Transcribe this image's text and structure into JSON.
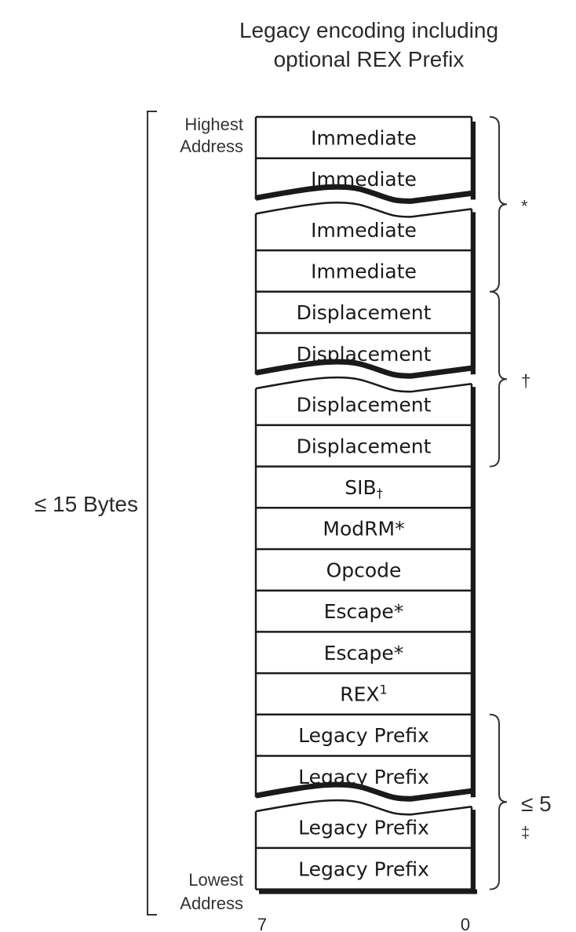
{
  "title": {
    "line1": "Legacy encoding including",
    "line2": "optional REX Prefix"
  },
  "labels": {
    "highest_line1": "Highest",
    "highest_line2": "Address",
    "lowest_line1": "Lowest",
    "lowest_line2": "Address",
    "total_bytes": "≤ 15 Bytes",
    "bit_high": "7",
    "bit_low": "0"
  },
  "rows": [
    {
      "label": "Immediate"
    },
    {
      "label": "Immediate"
    },
    {
      "label": "Immediate"
    },
    {
      "label": "Immediate"
    },
    {
      "label": "Displacement"
    },
    {
      "label": "Displacement"
    },
    {
      "label": "Displacement"
    },
    {
      "label": "Displacement"
    },
    {
      "label": "SIB",
      "suffix": "†"
    },
    {
      "label": "ModRM*"
    },
    {
      "label": "Opcode"
    },
    {
      "label": "Escape*"
    },
    {
      "label": "Escape*"
    },
    {
      "label": "REX",
      "suffix": "1"
    },
    {
      "label": "Legacy Prefix"
    },
    {
      "label": "Legacy Prefix"
    },
    {
      "label": "Legacy Prefix"
    },
    {
      "label": "Legacy Prefix"
    }
  ],
  "breaks_after_row": [
    1,
    5,
    15
  ],
  "groups": [
    {
      "name": "immediate",
      "first_row": 0,
      "last_row": 3,
      "mark": "*"
    },
    {
      "name": "displacement",
      "first_row": 4,
      "last_row": 7,
      "mark": "†"
    },
    {
      "name": "legacy-prefix",
      "first_row": 14,
      "last_row": 17,
      "mark": "≤ 5",
      "mark2": "‡"
    }
  ],
  "colors": {
    "ink": "#1a1a1a",
    "text": "#2b2b2b",
    "background": "#ffffff"
  }
}
